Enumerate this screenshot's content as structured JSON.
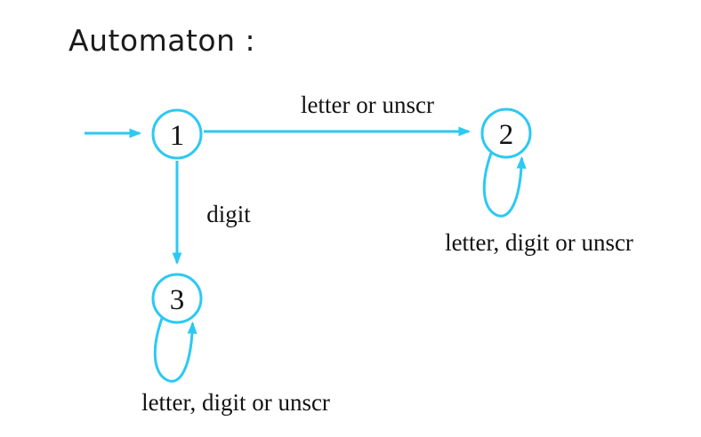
{
  "title": "Automaton :",
  "colors": {
    "accent": "#2BC9F3",
    "text": "#1B1B1B",
    "background": "#FFFFFF"
  },
  "diagram": {
    "type": "finite-state-automaton",
    "states": [
      {
        "label": "1"
      },
      {
        "label": "2"
      },
      {
        "label": "3"
      }
    ],
    "transitions": [
      {
        "from": "start",
        "to": "1",
        "label": ""
      },
      {
        "from": "1",
        "to": "2",
        "label": "letter or unscr"
      },
      {
        "from": "1",
        "to": "3",
        "label": "digit"
      },
      {
        "from": "2",
        "to": "2",
        "label": "letter, digit or unscr"
      },
      {
        "from": "3",
        "to": "3",
        "label": "letter, digit or unscr"
      }
    ]
  }
}
